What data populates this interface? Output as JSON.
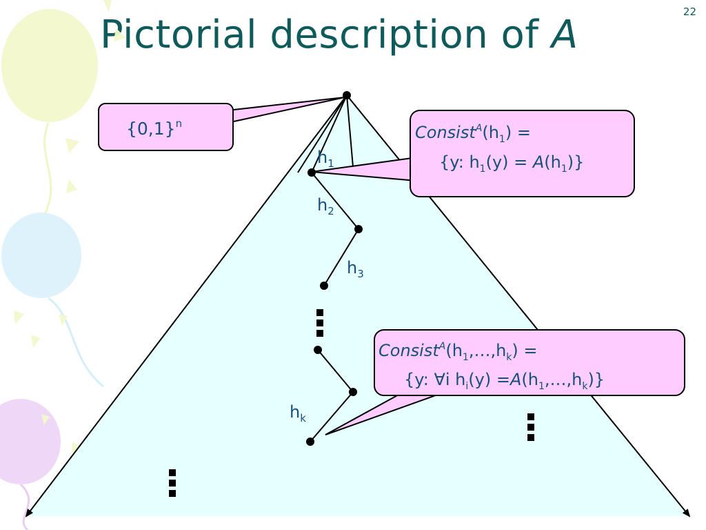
{
  "page": {
    "number": "22"
  },
  "title": {
    "text": "Pictorial description of ",
    "italic": "A"
  },
  "boxes": {
    "domain": {
      "base": "{0,1}",
      "sup": "n"
    },
    "consist1": {
      "line1_italic": "Consist",
      "line1_sup": "A",
      "line1_arg_open": "(h",
      "line1_sub": "1",
      "line1_arg_close": ") =",
      "line2_pre": "{y: h",
      "line2_sub1": "1",
      "line2_mid": "(y) = ",
      "line2_italic": "A",
      "line2_open": "(h",
      "line2_sub2": "1",
      "line2_close": ")}"
    },
    "consistk": {
      "line1_italic": "Consist",
      "line1_sup": "A",
      "line1_open": "(h",
      "line1_sub1": "1",
      "line1_mid": ",…,h",
      "line1_sub2": "k",
      "line1_close": ") =",
      "line2_pre": "{y: ∀i h",
      "line2_sub_i": "i",
      "line2_mid": "(y) =",
      "line2_italic": "A",
      "line2_open": "(h",
      "line2_sub1": "1",
      "line2_mid2": ",…,h",
      "line2_subk": "k",
      "line2_close": ")}"
    }
  },
  "path_labels": {
    "h1": {
      "base": "h",
      "sub": "1"
    },
    "h2": {
      "base": "h",
      "sub": "2"
    },
    "h3": {
      "base": "h",
      "sub": "3"
    },
    "hk": {
      "base": "h",
      "sub": "k"
    }
  },
  "colors": {
    "title": "#0f5a5a",
    "label": "#17507c",
    "box_fill": "#ffccff",
    "box_stroke": "#000000",
    "triangle_fill": "#e6ffff",
    "balloon_yellow": "#f3f8cc",
    "balloon_blue": "#dcf2fb",
    "balloon_purple": "#efd6f7"
  },
  "icons": [
    "balloon-decoration",
    "arrowhead-icon",
    "ellipsis-dots-icon"
  ]
}
